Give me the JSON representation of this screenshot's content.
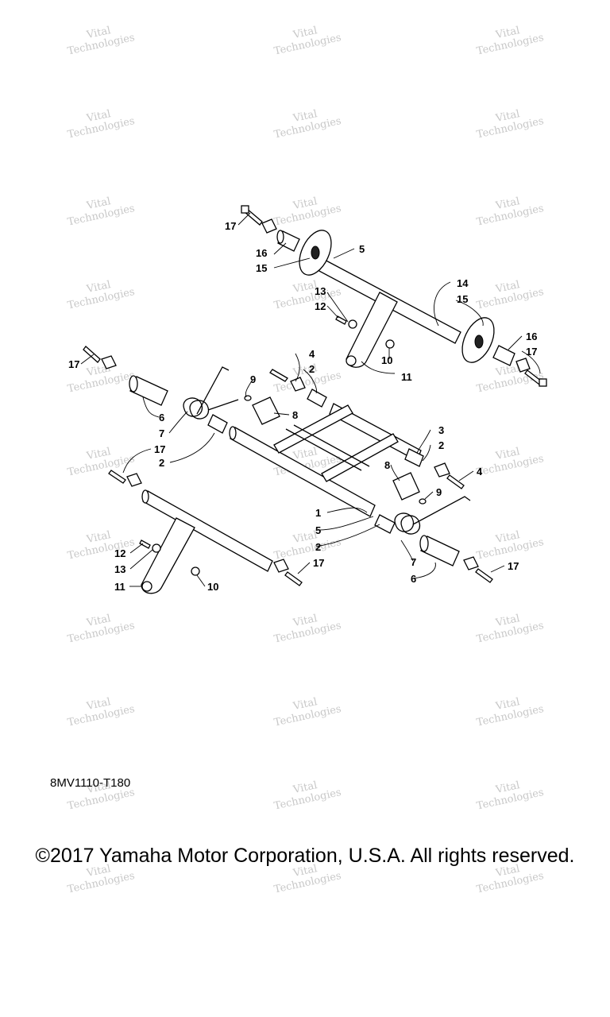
{
  "watermark": {
    "line1": "Vital",
    "line2": "Technologies"
  },
  "drawing_code": "8MV1110-T180",
  "copyright": "©2017 Yamaha Motor Corporation, U.S.A. All rights reserved.",
  "callouts": {
    "n1": "1",
    "n2": "2",
    "n3": "3",
    "n4": "4",
    "n5": "5",
    "n6": "6",
    "n7": "7",
    "n8": "8",
    "n9": "9",
    "n10": "10",
    "n11": "11",
    "n12": "12",
    "n13": "13",
    "n14": "14",
    "n15": "15",
    "n16": "16",
    "n17": "17"
  }
}
